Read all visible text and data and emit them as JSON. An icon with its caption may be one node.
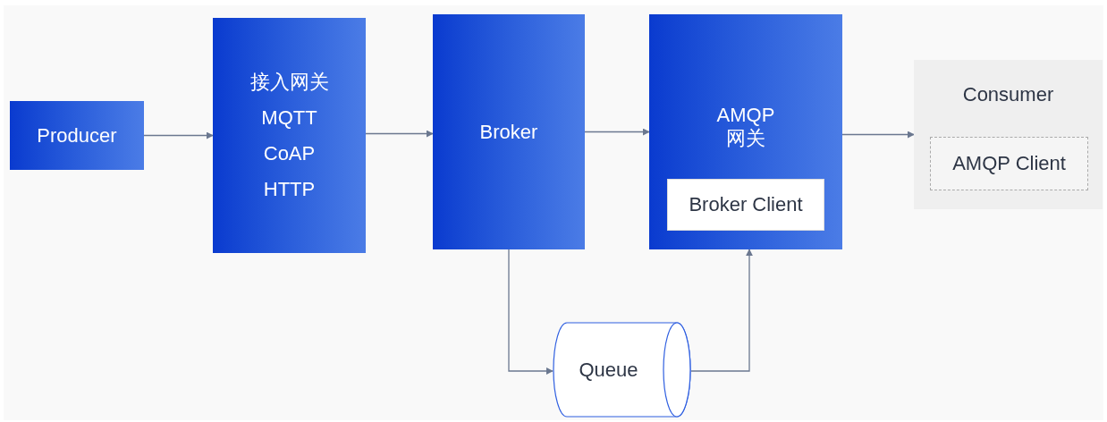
{
  "diagram": {
    "nodes": [
      {
        "text": [
          "Producer"
        ]
      },
      {
        "text": [
          "接入网关",
          "MQTT",
          "CoAP",
          "HTTP"
        ]
      },
      {
        "text": [
          "Broker"
        ]
      },
      {
        "text": [
          "AMQP 网关"
        ]
      },
      {
        "text": [
          "Broker Client"
        ],
        "in": 3
      },
      {
        "text": [
          "Consumer"
        ]
      },
      {
        "text": [
          "AMQP Client"
        ],
        "in": 5
      },
      {
        "text": [
          "Queue"
        ]
      }
    ],
    "edges": [
      {
        "from": 0,
        "to": 1,
        "arrow": "to"
      },
      {
        "from": 1,
        "to": 2,
        "arrow": "to"
      },
      {
        "from": 2,
        "to": 3,
        "arrow": "to"
      },
      {
        "from": 3,
        "to": 5,
        "arrow": "to"
      },
      {
        "from": 2,
        "to": 7,
        "arrow": "to"
      },
      {
        "from": 7,
        "to": 3,
        "arrow": "to"
      }
    ]
  }
}
